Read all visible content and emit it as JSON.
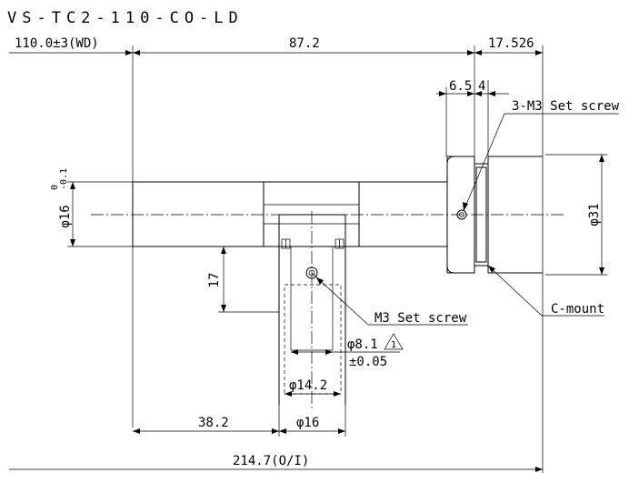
{
  "title": "VS-TC2-110-CO-LD",
  "dims": {
    "wd": "110.0±3(WD)",
    "len_87": "87.2",
    "len_17526": "17.526",
    "d65": "6.5",
    "d4": "4",
    "oi": "214.7(O/I)",
    "d382": "38.2",
    "phi16": "φ16",
    "phi142": "φ14.2",
    "phi81": "φ8.1",
    "tol005": "±0.05",
    "d17": "17",
    "phi31": "φ31",
    "phi16_vert": "φ16",
    "tol_upper": "0",
    "tol_lower": "-0.1",
    "warn_mark": "1"
  },
  "callouts": {
    "set_screw_3m3": "3-M3 Set screw",
    "set_screw_m3": "M3 Set screw",
    "cmount": "C-mount"
  }
}
